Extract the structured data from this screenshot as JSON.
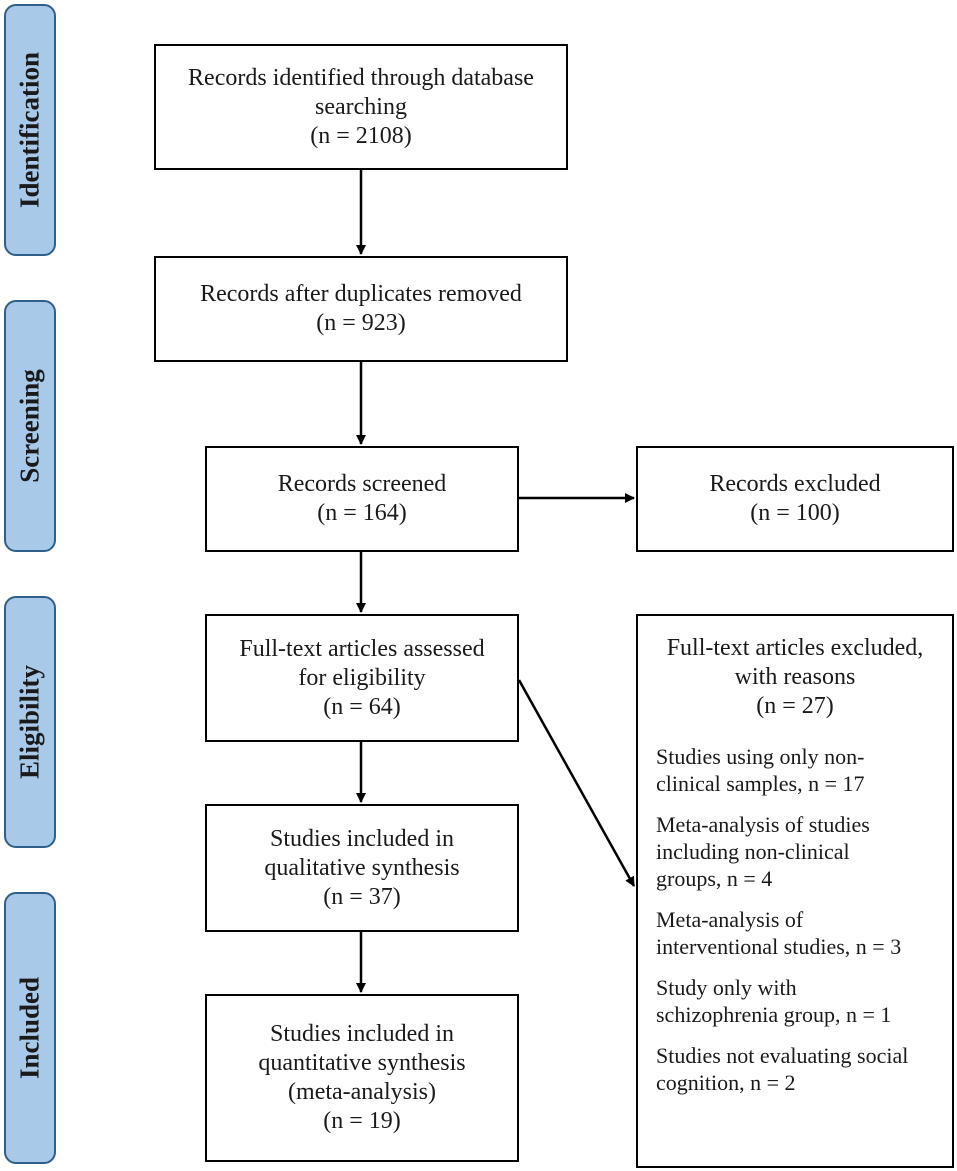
{
  "phases": [
    {
      "label": "Identification"
    },
    {
      "label": "Screening"
    },
    {
      "label": "Eligibility"
    },
    {
      "label": "Included"
    }
  ],
  "boxes": {
    "identified": {
      "lines": [
        "Records identified through database",
        "searching",
        "(n = 2108)"
      ]
    },
    "deduplicated": {
      "lines": [
        "Records after duplicates removed",
        "(n = 923)"
      ]
    },
    "screened": {
      "lines": [
        "Records screened",
        "(n = 164)"
      ]
    },
    "excluded": {
      "lines": [
        "Records excluded",
        "(n = 100)"
      ]
    },
    "fulltext": {
      "lines": [
        "Full-text articles assessed",
        "for eligibility",
        "(n = 64)"
      ]
    },
    "qualitative": {
      "lines": [
        "Studies included in",
        "qualitative synthesis",
        "(n = 37)"
      ]
    },
    "quantitative": {
      "lines": [
        "Studies included in",
        "quantitative synthesis",
        "(meta-analysis)",
        "(n = 19)"
      ]
    }
  },
  "fulltext_excluded": {
    "heading": [
      "Full-text articles excluded,",
      "with reasons",
      "(n = 27)"
    ],
    "reasons": [
      [
        "Studies using only non-",
        "clinical samples, n = 17"
      ],
      [
        "Meta-analysis of studies",
        "including non-clinical",
        "groups, n = 4"
      ],
      [
        "Meta-analysis of",
        "interventional studies, n = 3"
      ],
      [
        "Study only with",
        "schizophrenia group, n = 1"
      ],
      [
        "Studies not evaluating social",
        "cognition, n = 2"
      ]
    ]
  }
}
